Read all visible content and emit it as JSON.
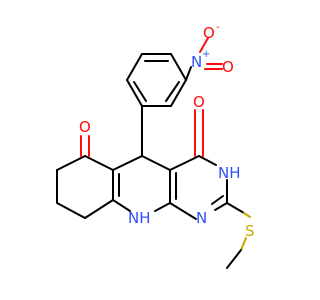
{
  "colors": {
    "carbon_bond": "#000000",
    "oxygen": "#ff0d0d",
    "nitrogen": "#3050f8",
    "sulfur": "#c8a800",
    "background": "#ffffff"
  },
  "atoms": {
    "nitro_n": "N",
    "nitro_n_charge": "+",
    "nitro_o_top": "O",
    "nitro_o_top_charge": "-",
    "nitro_o_right": "O",
    "ketone_o": "O",
    "amide_o": "O",
    "amide_nh": "NH",
    "ring_n": "N",
    "ring_nh": "NH",
    "sulfur": "S"
  }
}
